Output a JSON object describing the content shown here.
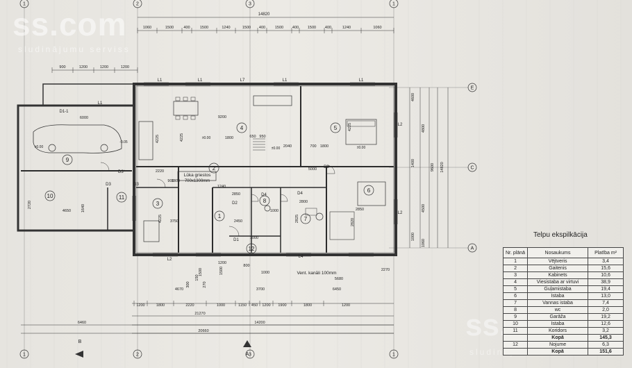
{
  "watermark": {
    "brand": "ss.com",
    "tagline": "sludinājumu serviss"
  },
  "overall_dimension": "14820",
  "top_dims": [
    "1060",
    "1500",
    "400",
    "1500",
    "1240",
    "1500",
    "400",
    "1500",
    "400",
    "1500",
    "400",
    "1240",
    "1060"
  ],
  "left_top_dims": [
    "900",
    "1200",
    "1200",
    "1200"
  ],
  "bottom_dims_row1": [
    "1200",
    "1800",
    "2220",
    "1000",
    "1150",
    "450",
    "1200",
    "1900",
    "1800",
    "1200"
  ],
  "bottom_dims_row2": [
    "4670",
    "3700",
    "6450"
  ],
  "bottom_totals": [
    "21270",
    "14200",
    "6460",
    "20660"
  ],
  "right_dims": [
    "4600",
    "1400",
    "4800",
    "9600",
    "14820",
    "4500",
    "1000",
    "1060"
  ],
  "grid_labels": {
    "rows": [
      "E",
      "C",
      "A"
    ],
    "cols": [
      "1",
      "2",
      "3",
      "1",
      "2",
      "3"
    ],
    "section": [
      "B",
      "A"
    ]
  },
  "rooms": [
    {
      "num": "1",
      "label": "1"
    },
    {
      "num": "2",
      "label": "2"
    },
    {
      "num": "3",
      "label": "3"
    },
    {
      "num": "4",
      "label": "4"
    },
    {
      "num": "5",
      "label": "5"
    },
    {
      "num": "6",
      "label": "6"
    },
    {
      "num": "7",
      "label": "7"
    },
    {
      "num": "8",
      "label": "8"
    },
    {
      "num": "9",
      "label": "9"
    },
    {
      "num": "10",
      "label": "10"
    },
    {
      "num": "11",
      "label": "11"
    },
    {
      "num": "12",
      "label": "12"
    }
  ],
  "labels": {
    "window_top": "L1",
    "window_top_mid": "L7",
    "window_side": "L2",
    "window_bottom": "L4",
    "door_main": "D1",
    "door_d1_1": "D1-1",
    "door_d2": "D2",
    "door_d3": "D3",
    "door_d3_star": "D3*",
    "door_d4": "D4",
    "hatch_note": "Lūka griestos",
    "hatch_size": "700x1300mm",
    "vent_note": "Vent. kanāli 100mm",
    "level_marks": [
      "±0.00",
      "±0.00",
      "±0.00",
      "-0.05",
      "±0.00"
    ],
    "inner_dims": [
      "9200",
      "6000",
      "4225",
      "1800",
      "650",
      "950",
      "2040",
      "700",
      "1800",
      "5000",
      "2220",
      "1800",
      "900",
      "1240",
      "4225",
      "2850",
      "4225",
      "2850",
      "2800",
      "2820",
      "4225",
      "1000",
      "2825",
      "3750",
      "2450",
      "1640",
      "2720",
      "4650",
      "1000",
      "1500",
      "5680",
      "2270",
      "300",
      "150",
      "270",
      "1500",
      "1200",
      "800",
      "1000"
    ]
  },
  "table": {
    "title": "Telpu ekspilkācija",
    "headers": [
      "Nr. plānā",
      "Nosaukums",
      "Platība m²"
    ],
    "rows": [
      [
        "1",
        "Vējtveris",
        "3,4"
      ],
      [
        "2",
        "Gaitenis",
        "15,6"
      ],
      [
        "3",
        "Kabinets",
        "10,6"
      ],
      [
        "4",
        "Viesistaba ar virtuvi",
        "38,9"
      ],
      [
        "5",
        "Guļamistaba",
        "19,4"
      ],
      [
        "6",
        "Istaba",
        "13,0"
      ],
      [
        "7",
        "Vannas istaba",
        "7,4"
      ],
      [
        "8",
        "wc",
        "2,0"
      ],
      [
        "9",
        "Garāža",
        "19,2"
      ],
      [
        "10",
        "Istaba",
        "12,6"
      ],
      [
        "11",
        "Koridors",
        "3,2"
      ]
    ],
    "subtotal": {
      "label": "Kopā",
      "value": "145,3"
    },
    "extra": {
      "num": "12",
      "name": "Nojume",
      "value": "6,3"
    },
    "total": {
      "label": "Kopā",
      "value": "151,6"
    }
  }
}
